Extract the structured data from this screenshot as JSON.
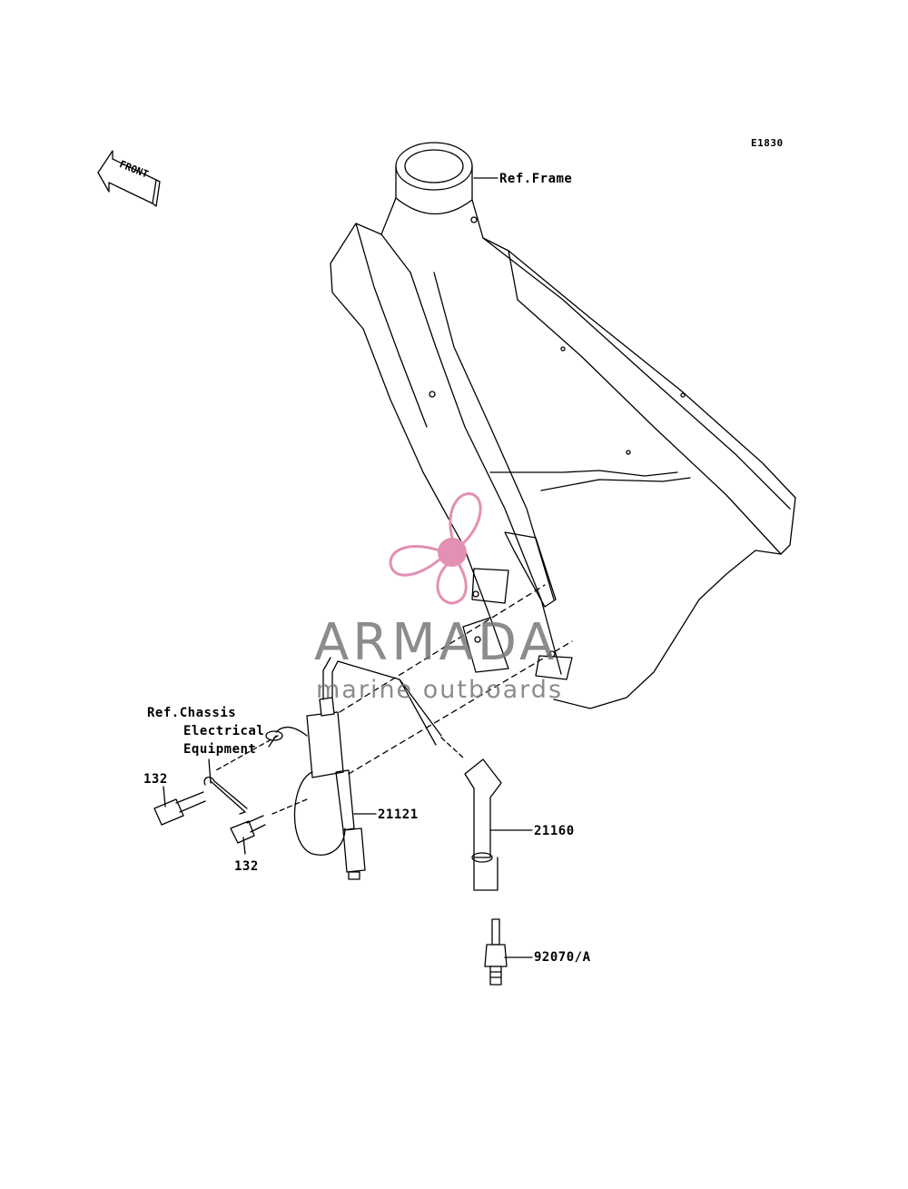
{
  "diagram": {
    "code": "E1830",
    "front_arrow_label": "FRONT",
    "callouts": {
      "ref_frame": "Ref.Frame",
      "ref_chassis_1": "Ref.Chassis",
      "ref_chassis_2": "Electrical",
      "ref_chassis_3": "Equipment",
      "bolt_upper": "132",
      "bolt_lower": "132",
      "ignition_coil": "21121",
      "plug_cap": "21160",
      "spark_plug": "92070/A"
    }
  },
  "watermark": {
    "brand": "ARMADA",
    "tagline": "marine outboards",
    "accent_color": "#e48fb4"
  }
}
